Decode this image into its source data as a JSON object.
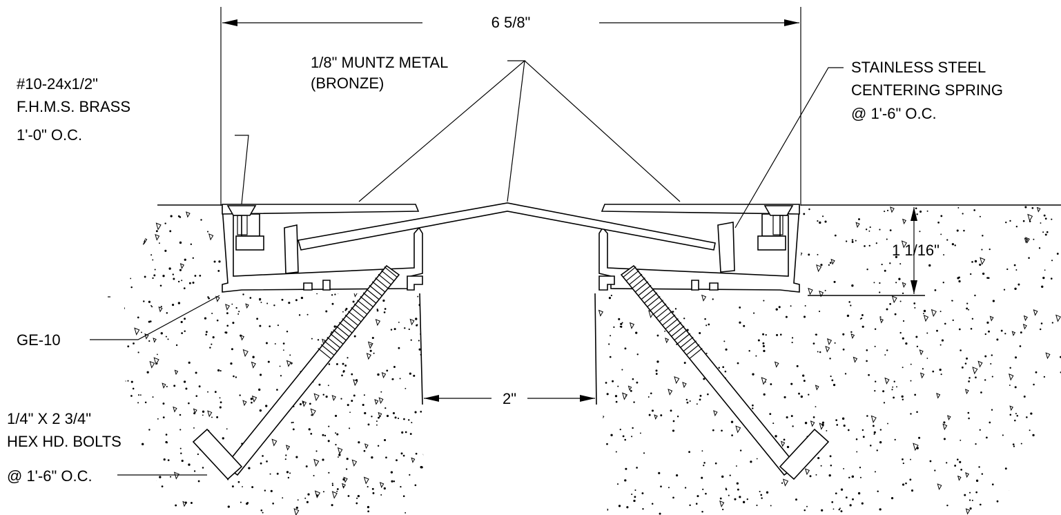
{
  "labels": {
    "overall_width": "6 5/8\"",
    "muntz_line1": "1/8\" MUNTZ METAL",
    "muntz_line2": "(BRONZE)",
    "screw_line1": "#10-24x1/2\"",
    "screw_line2": "F.H.M.S. BRASS",
    "screw_line3": "1'-0\" O.C.",
    "spring_line1": "STAINLESS STEEL",
    "spring_line2": "CENTERING SPRING",
    "spring_line3": "@ 1'-6\" O.C.",
    "depth": "1 1/16\"",
    "ge10": "GE-10",
    "gap": "2\"",
    "bolt_line1": "1/4\" X 2 3/4\"",
    "bolt_line2": "HEX HD. BOLTS",
    "bolt_line3": "@ 1'-6\" O.C."
  }
}
